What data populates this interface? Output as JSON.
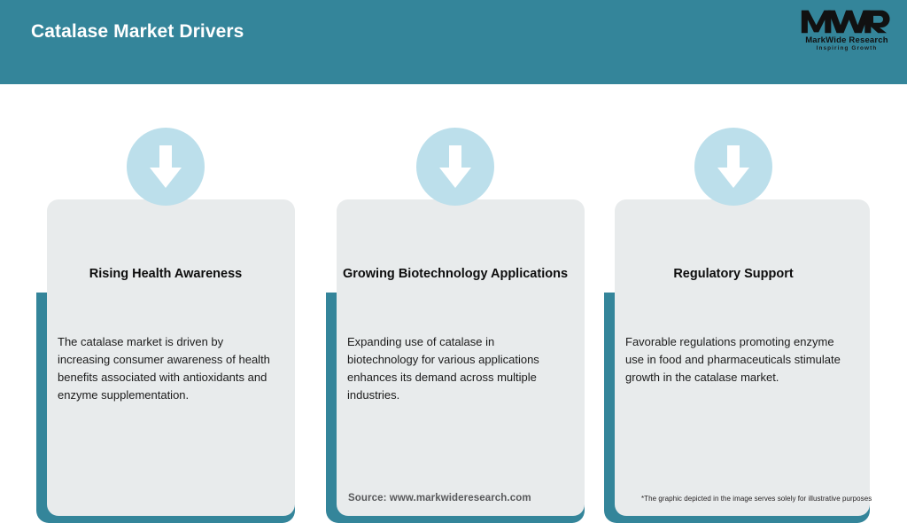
{
  "header": {
    "title": "Catalase Market Drivers",
    "bg_color": "#34859a",
    "title_color": "#ffffff"
  },
  "logo": {
    "mark": "MWR",
    "name": "MarkWide Research",
    "tagline": "Inspiring Growth"
  },
  "colors": {
    "teal": "#34859a",
    "card_grey": "#e8ebec",
    "icon_circle": "#bcdfeb",
    "arrow_white": "#ffffff",
    "body_text": "#1b1b1b",
    "source_text": "#58595b"
  },
  "cards": [
    {
      "icon": "down-arrow-icon",
      "title": "Rising Health Awareness",
      "body": "The catalase market is driven by increasing consumer awareness of health benefits associated with antioxidants and enzyme supplementation."
    },
    {
      "icon": "down-arrow-icon",
      "title": "Growing Biotechnology Applications",
      "body": "Expanding use of catalase in biotechnology for various applications enhances its demand across multiple industries."
    },
    {
      "icon": "down-arrow-icon",
      "title": "Regulatory Support",
      "body": "Favorable regulations promoting enzyme use in food and pharmaceuticals stimulate growth in the catalase market."
    }
  ],
  "footer": {
    "source": "Source: www.markwideresearch.com",
    "disclaimer": "*The graphic depicted in the image serves solely for illustrative purposes"
  }
}
